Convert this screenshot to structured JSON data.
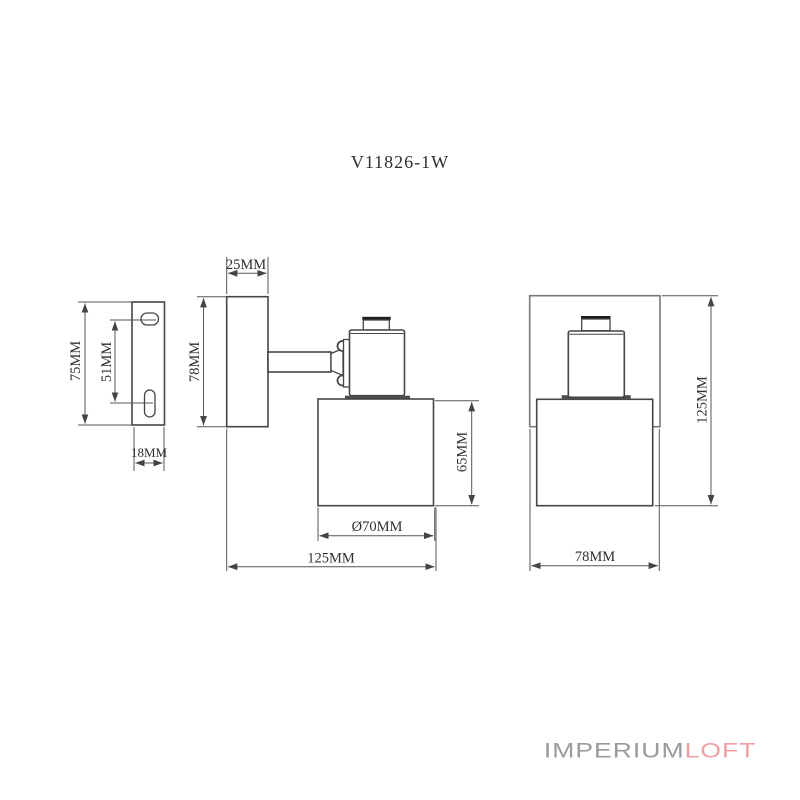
{
  "title": "V11826-1W",
  "drawing": {
    "left_view": {
      "plate_height": "75MM",
      "slot_spacing": "51MM",
      "plate_depth": "18MM"
    },
    "side_view": {
      "base_depth": "25MM",
      "base_height": "78MM",
      "shade_height": "65MM",
      "shade_diameter": "Ø70MM",
      "total_depth": "125MM"
    },
    "front_view": {
      "total_height": "125MM",
      "base_width": "78MM"
    }
  },
  "logo": {
    "imperium": "IMPERIUM",
    "loft": "LOFT",
    "imperium_color": "#9b9b9d",
    "loft_color": "#f0a0a4"
  },
  "colors": {
    "outline": "#454545",
    "light_outline": "#787878",
    "dimension": "#555555",
    "rim_fill": "#4d4d4d",
    "knob_cap": "#1e1e1e"
  }
}
